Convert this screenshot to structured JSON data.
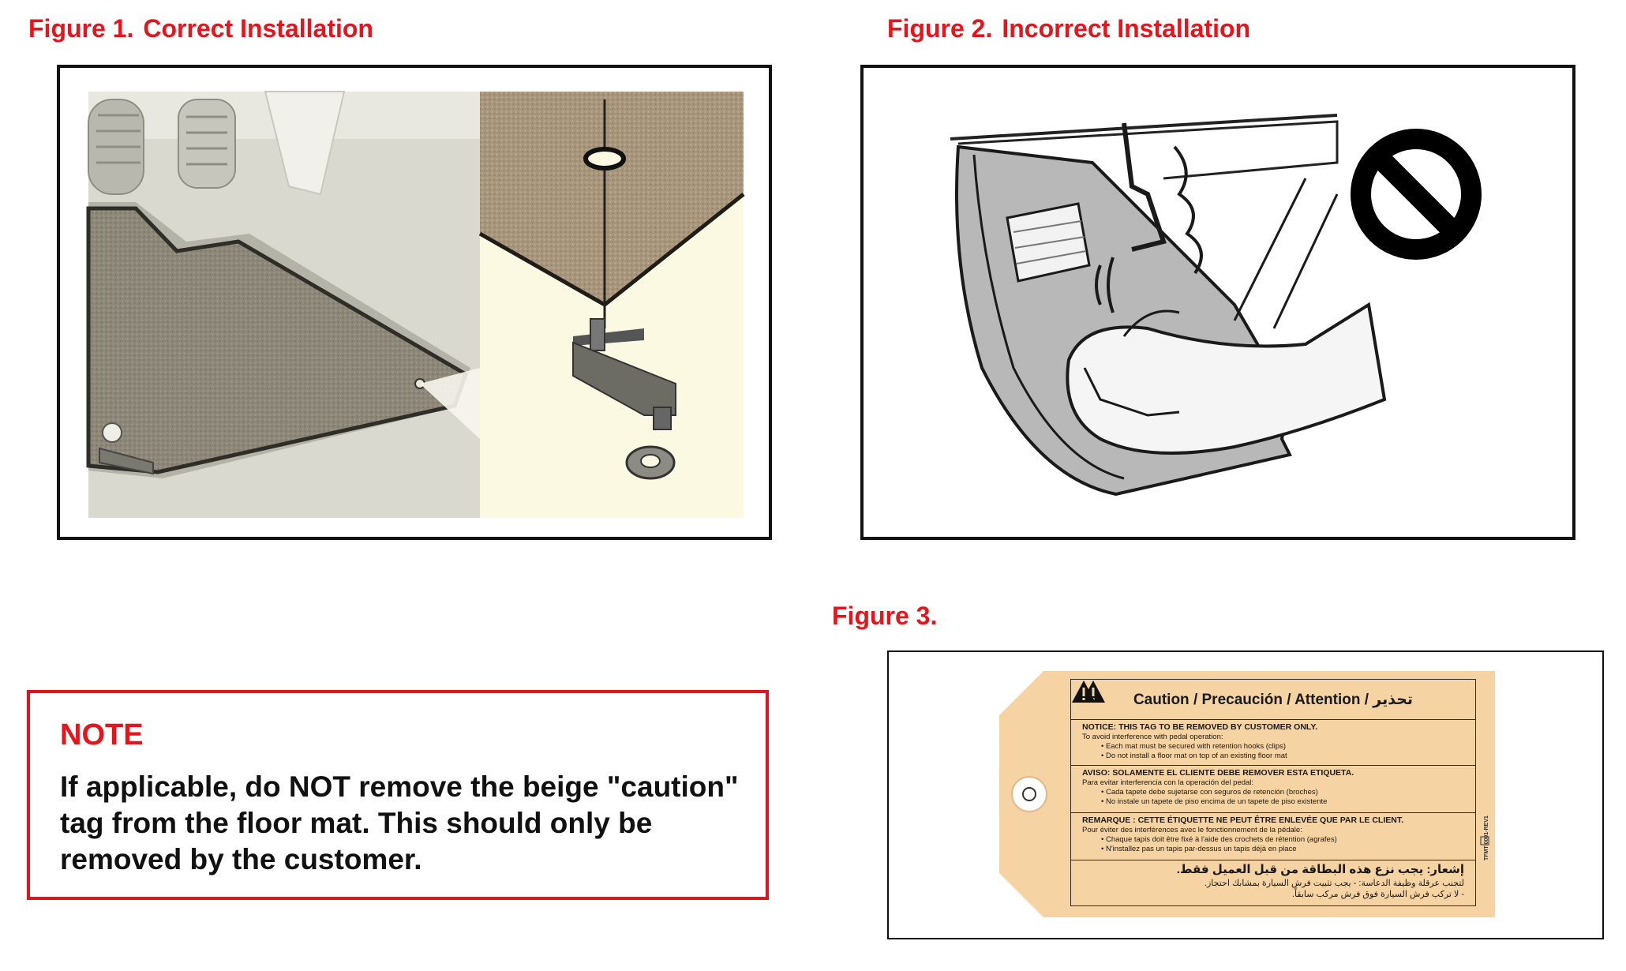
{
  "figure1": {
    "number": "Figure 1.",
    "title": "Correct Installation"
  },
  "figure2": {
    "number": "Figure 2.",
    "title": "Incorrect Installation"
  },
  "figure3": {
    "number": "Figure 3.",
    "title": ""
  },
  "note": {
    "title": "NOTE",
    "body": "If applicable, do NOT remove the beige \"caution\" tag from the floor mat.  This should only be removed by the customer."
  },
  "tag": {
    "header": "Caution / Precaución / Attention / تحذير",
    "sections": [
      {
        "heading": "NOTICE: THIS TAG TO BE REMOVED BY CUSTOMER ONLY.",
        "intro": "To avoid interference with pedal operation:",
        "bullets": [
          "Each mat must be secured with retention hooks (clips)",
          "Do not install a floor mat on top of an existing floor mat"
        ]
      },
      {
        "heading": "AVISO: SOLAMENTE EL CLIENTE DEBE REMOVER ESTA ETIQUETA.",
        "intro": "Para evitar interferencia con la operación del pedal:",
        "bullets": [
          "Cada tapete debe sujetarse con seguros de retención (broches)",
          "No instale un tapete de piso encima de un tapete de piso existente"
        ]
      },
      {
        "heading": "REMARQUE : CETTE ÉTIQUETTE NE PEUT ÊTRE ENLEVÉE QUE PAR LE CLIENT.",
        "intro": "Pour éviter des interférences avec le fonctionnement de la pédale:",
        "bullets": [
          "Chaque tapis doit être fixé à l'aide des crochets de rétention (agrafes)",
          "N'installez pas un tapis par-dessus un tapis déjà en place"
        ]
      }
    ],
    "arabic": {
      "heading": "إشعار: يجب نزع هذه البطاقة من قبل العميل فقط.",
      "line1": "لتجنب عرقلة وظيفة الدعاسة: - يجب تثبيت فرش السيارة بمشابك احتجاز.",
      "line2": "- لا تركب فرش السيارة فوق فرش مركب سابقاً."
    },
    "code": "TFMT-0001-REV1"
  },
  "colors": {
    "figure_title": "#e8141c",
    "note_border": "#e0141c",
    "tag_beige": "#f6d3a3",
    "frame": "#111111"
  }
}
